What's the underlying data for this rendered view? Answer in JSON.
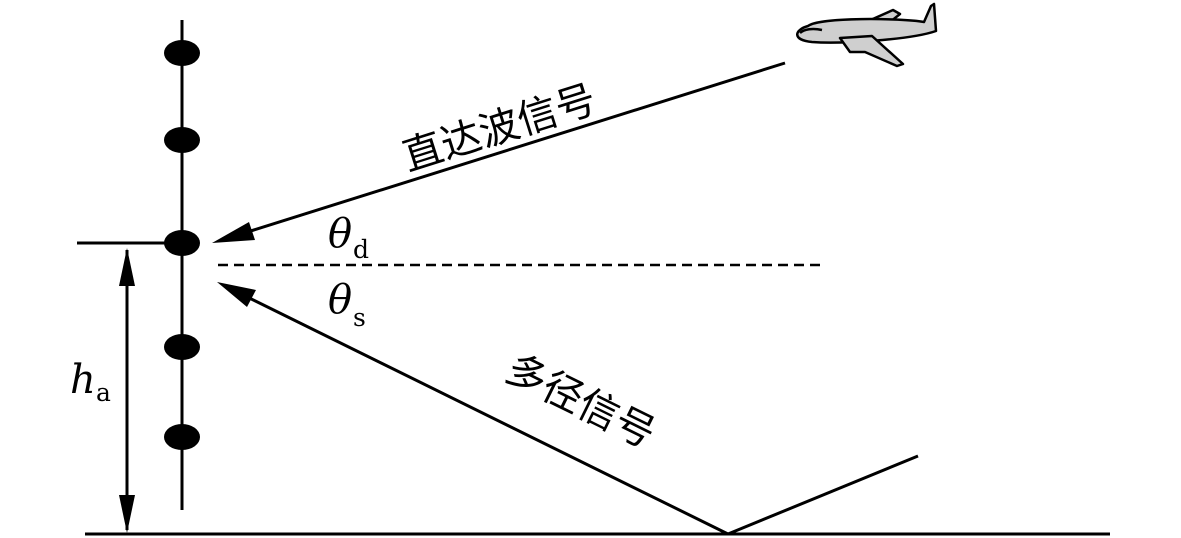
{
  "labels": {
    "direct_signal": "直达波信号",
    "multipath_signal": "多径信号"
  },
  "symbols": {
    "direct_angle": {
      "main": "θ",
      "sub": "d"
    },
    "specular_angle": {
      "main": "θ",
      "sub": "s"
    },
    "antenna_height": {
      "main": "h",
      "sub": "a"
    }
  },
  "antenna": {
    "element_count": 5
  },
  "colors": {
    "stroke": "#000000",
    "aircraft_fill": "#cfcfcf",
    "background": "#ffffff"
  },
  "icons": {
    "aircraft": "airplane-icon"
  }
}
